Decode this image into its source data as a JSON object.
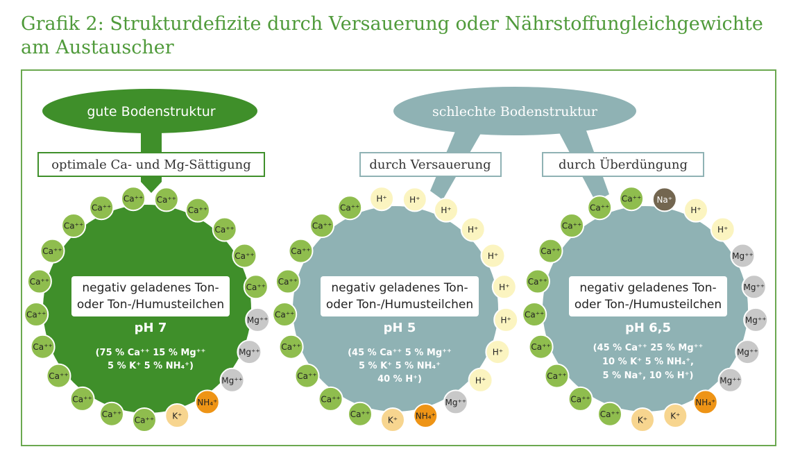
{
  "title": {
    "line1": "Grafik 2: Strukturdefizite durch Versauerung oder Nährstoffungleichgewichte",
    "line2": "am Austauscher"
  },
  "colors": {
    "green_dark": "#3f8f2a",
    "blue_grey": "#8fb2b4",
    "ca": "#8fbd4e",
    "h": "#fbf4c0",
    "mg": "#c8c8c8",
    "k": "#f7d58f",
    "nh4": "#ee9416",
    "na": "#736650"
  },
  "panels": [
    {
      "bubble": "gute Bodenstruktur",
      "boxes": [
        "optimale Ca- und Mg-Sättigung"
      ],
      "center_line1": "negativ geladenes Ton-",
      "center_line2": "oder Ton-/Humusteilchen",
      "ph": "pH 7",
      "composition": [
        "(75 % Ca⁺⁺ 15 % Mg⁺⁺",
        "5 % K⁺ 5 % NH₄⁺)"
      ],
      "ions": [
        "Ca⁺⁺",
        "Ca⁺⁺",
        "Ca⁺⁺",
        "Ca⁺⁺",
        "Ca⁺⁺",
        "Mg⁺⁺",
        "Mg⁺⁺",
        "Mg⁺⁺",
        "NH₄⁺",
        "K⁺",
        "Ca⁺⁺",
        "Ca⁺⁺",
        "Ca⁺⁺",
        "Ca⁺⁺",
        "Ca⁺⁺",
        "Ca⁺⁺",
        "Ca⁺⁺",
        "Ca⁺⁺",
        "Ca⁺⁺",
        "Ca⁺⁺",
        "Ca⁺⁺"
      ]
    },
    {
      "bubble": "schlechte Bodenstruktur",
      "boxes": [
        "durch Versauerung",
        "durch Überdüngung"
      ],
      "center_line1": "negativ geladenes Ton-",
      "center_line2": "oder Ton-/Humusteilchen",
      "ph": "pH 5",
      "composition": [
        "(45 % Ca⁺⁺ 5 % Mg⁺⁺",
        "5 % K⁺ 5 % NH₄⁺",
        "40 % H⁺)"
      ],
      "ions": [
        "H⁺",
        "H⁺",
        "H⁺",
        "H⁺",
        "H⁺",
        "H⁺",
        "H⁺",
        "H⁺",
        "Mg⁺⁺",
        "NH₄⁺",
        "K⁺",
        "Ca⁺⁺",
        "Ca⁺⁺",
        "Ca⁺⁺",
        "Ca⁺⁺",
        "Ca⁺⁺",
        "Ca⁺⁺",
        "Ca⁺⁺",
        "Ca⁺⁺",
        "Ca⁺⁺",
        "H⁺"
      ]
    },
    {
      "ph": "pH 6,5",
      "center_line1": "negativ geladenes Ton-",
      "center_line2": "oder Ton-/Humusteilchen",
      "composition": [
        "(45 % Ca⁺⁺ 25 % Mg⁺⁺",
        "10 % K⁺ 5 % NH₄⁺,",
        "5 % Na⁺, 10 % H⁺)"
      ],
      "ions": [
        "Na⁺",
        "H⁺",
        "H⁺",
        "Mg⁺⁺",
        "Mg⁺⁺",
        "Mg⁺⁺",
        "Mg⁺⁺",
        "Mg⁺⁺",
        "NH₄⁺",
        "K⁺",
        "K⁺",
        "Ca⁺⁺",
        "Ca⁺⁺",
        "Ca⁺⁺",
        "Ca⁺⁺",
        "Ca⁺⁺",
        "Ca⁺⁺",
        "Ca⁺⁺",
        "Ca⁺⁺",
        "Ca⁺⁺",
        "Ca⁺⁺"
      ]
    }
  ]
}
